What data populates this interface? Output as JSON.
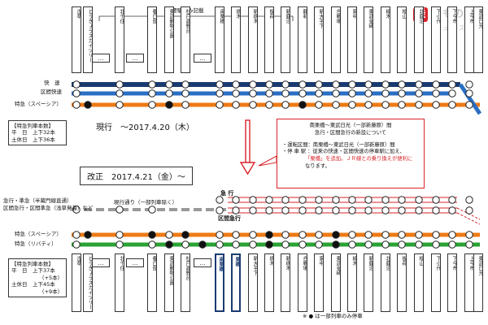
{
  "logo": {
    "mark": "乗",
    "word": "りもの",
    "sub": "ニュース"
  },
  "header_note": "主要駅のみ記載",
  "stations_top": [
    {
      "name": "浅草"
    },
    {
      "name": "とうきょうスカイツリー"
    },
    {
      "name": "北千住"
    },
    {
      "name": "春日部"
    },
    {
      "name": "東武動物公園"
    },
    {
      "name": "杉戸高野台"
    },
    {
      "name": "南栗橋"
    },
    {
      "name": "栃木"
    },
    {
      "name": "新栃木"
    },
    {
      "name": "板荷"
    },
    {
      "name": "新鹿沼"
    },
    {
      "name": "静和"
    },
    {
      "name": "新大平下"
    },
    {
      "name": "合戦場"
    },
    {
      "name": "家中"
    },
    {
      "name": "東武金崎"
    },
    {
      "name": "楡木"
    },
    {
      "name": "樅山"
    },
    {
      "name": "北鹿沼"
    },
    {
      "name": "下小代"
    },
    {
      "name": "下今市"
    },
    {
      "name": "上今市"
    },
    {
      "name": "東武日光"
    }
  ],
  "stations_bottom": [
    {
      "name": "浅草"
    },
    {
      "name": "とうきょうスカイツリー"
    },
    {
      "name": "北千住"
    },
    {
      "name": "春日部"
    },
    {
      "name": "東武動物公園"
    },
    {
      "name": "杉戸高野台"
    },
    {
      "name": "南栗橋"
    },
    {
      "name": "栗橋"
    },
    {
      "name": "新大平下"
    },
    {
      "name": "栃木"
    },
    {
      "name": "新栃木"
    },
    {
      "name": "合戦場"
    },
    {
      "name": "家中"
    },
    {
      "name": "東武金崎"
    },
    {
      "name": "楡木"
    },
    {
      "name": "新鹿沼"
    },
    {
      "name": "北鹿沼"
    },
    {
      "name": "板荷"
    },
    {
      "name": "樅山"
    },
    {
      "name": "下小代"
    },
    {
      "name": "下今市"
    },
    {
      "name": "上今市"
    },
    {
      "name": "東武日光"
    }
  ],
  "ellipsis": "…",
  "services_top": {
    "rapid": "快　速",
    "section_rapid": "区間快速",
    "limited": "特急（スペーシア）"
  },
  "top_box": {
    "title": "【特急列車本数】",
    "weekday": "平　日　上下32本",
    "holiday": "土休日　上下36本"
  },
  "era_current": "現行　〜2017.4.20（木）",
  "era_new": "改正　2017.4.21（金）〜",
  "callout": {
    "title": "南栗橋〜東武日光（一部新藤原）間",
    "subtitle": "急行・区間急行の新設について",
    "line1": "・運転区間：南栗橋〜東武日光（一部新藤原）間",
    "line2": "・停 車 駅 ：従来の快速・区間快速の停車駅に加え、",
    "line3": "「栗橋」を追加。ＪＲ線との乗り換えが便利に",
    "line4": "なります。"
  },
  "services_bottom": {
    "express_left": "急行・準急（半蔵門線直通）",
    "section_express_left": "区間急行・区間準急（浅草発着）など",
    "current_note": "現行通り（一部列車除く）",
    "express": "急 行",
    "section_express": "区間急行",
    "spacia": "特急（スペーシア）",
    "revaty": "特急（リバティ）"
  },
  "bottom_box": {
    "title": "【特急列車本数】",
    "weekday": "平　日　上下37本",
    "weekday_diff": "（+5本）",
    "holiday": "土休日　上下45本",
    "holiday_diff": "（+9本）"
  },
  "footnote": "※ ● は一部列車のみ停車",
  "colors": {
    "navy": "#1a3b70",
    "blue": "#2a6fc4",
    "orange": "#ee7a14",
    "green": "#2aa334",
    "red": "#d8232a"
  }
}
